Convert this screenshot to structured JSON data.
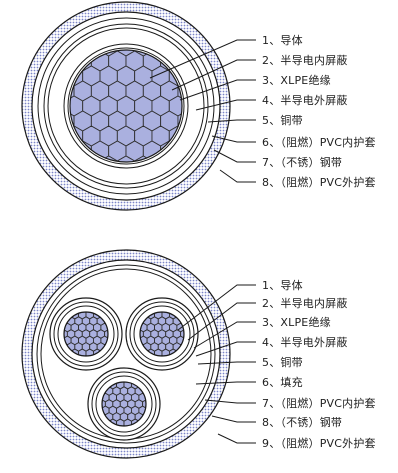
{
  "colors": {
    "conductor_fill": "#aab0df",
    "conductor_stroke": "#303030",
    "armor_dots": "#7d86c8",
    "insulation": "#ffffff",
    "outline": "#1a1a1a"
  },
  "diagrams": [
    {
      "kind": "single-core-cable-cross-section",
      "labels": [
        "1、导体",
        "2、半导电内屏蔽",
        "3、XLPE绝缘",
        "4、半导电外屏蔽",
        "5、铜带",
        "6、（阻燃）PVC内护套",
        "7、（不锈）钢带",
        "8、（阻燃）PVC外护套"
      ]
    },
    {
      "kind": "three-core-cable-cross-section",
      "labels": [
        "1、导体",
        "2、半导电内屏蔽",
        "3、XLPE绝缘",
        "4、半导电外屏蔽",
        "5、铜带",
        "6、填充",
        "7、（阻燃）PVC内护套",
        "8、（不锈）钢带",
        "9、（阻燃）PVC外护套"
      ]
    }
  ]
}
